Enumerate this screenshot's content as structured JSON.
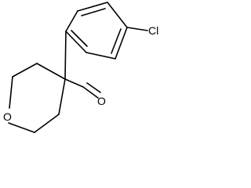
{
  "molecule": {
    "atoms": {
      "chlorine": "Cl",
      "ring_oxygen": "O",
      "aldehyde_oxygen": "O"
    }
  }
}
